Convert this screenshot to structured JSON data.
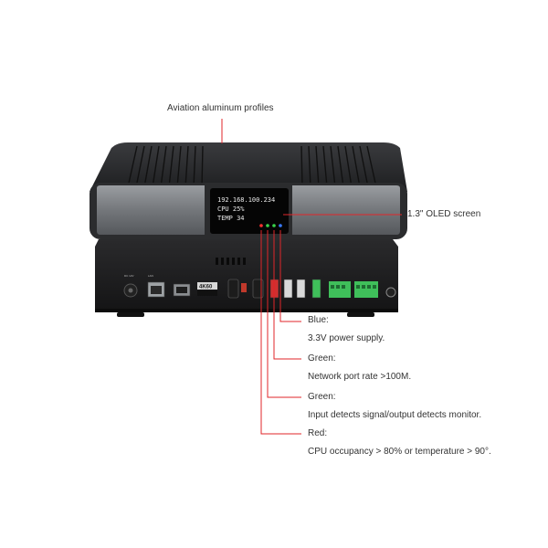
{
  "callouts": {
    "profiles": "Aviation aluminum profiles",
    "oled": "1.3\" OLED screen",
    "blue_title": "Blue:",
    "blue_desc": "3.3V power supply.",
    "green1_title": "Green:",
    "green1_desc": "Network port rate >100M.",
    "green2_title": "Green:",
    "green2_desc": "Input detects signal/output detects monitor.",
    "red_title": "Red:",
    "red_desc": "CPU occupancy > 80% or temperature > 90°."
  },
  "oled_screen": {
    "line1": "192.168.100.234",
    "line2": "CPU 25%",
    "line3": "TEMP 34"
  },
  "device_badge": "4K60",
  "colors": {
    "callout_line": "#e0262a",
    "led_blue": "#3a7bff",
    "led_green": "#39d24a",
    "led_red": "#ff3030",
    "terminal_green": "#3fbf5a"
  }
}
